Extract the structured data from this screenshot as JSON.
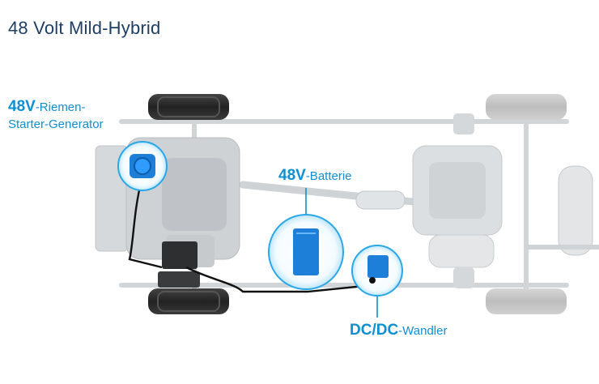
{
  "title": "48 Volt Mild-Hybrid",
  "labels": {
    "rsg": {
      "strong": "48V",
      "rest_1": "-Riemen-",
      "rest_2": "Starter-Generator"
    },
    "battery": {
      "strong": "48V",
      "rest": "-Batterie"
    },
    "dcdc": {
      "strong": "DC/DC",
      "rest": "-Wandler"
    }
  },
  "colors": {
    "accent": "#0f8fd1",
    "component_blue": "#1e7fd8",
    "chassis_gray": "#c9cdd1",
    "title": "#1f3e63"
  }
}
